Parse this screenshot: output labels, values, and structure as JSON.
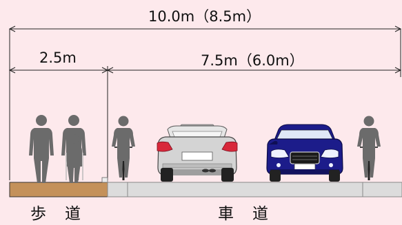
{
  "dimensions": {
    "total": "10.0m（8.5m）",
    "sidewalk": "2.5m",
    "roadway": "7.5m（6.0m）"
  },
  "areas": {
    "sidewalk": "歩　道",
    "roadway": "車　道"
  },
  "colors": {
    "background": "#fde9ec",
    "sidewalk_surface": "#c4915a",
    "road_surface": "#dcdcdc",
    "people": "#6b6b6b",
    "white_car": "#d4d4d4",
    "blue_car": "#1c1c8a",
    "tail_lights": "#d8283a"
  },
  "icons": [
    "pedestrian-icon",
    "wheelchair-user-icon",
    "cyclist-icon",
    "car-rear-icon",
    "car-front-icon"
  ]
}
